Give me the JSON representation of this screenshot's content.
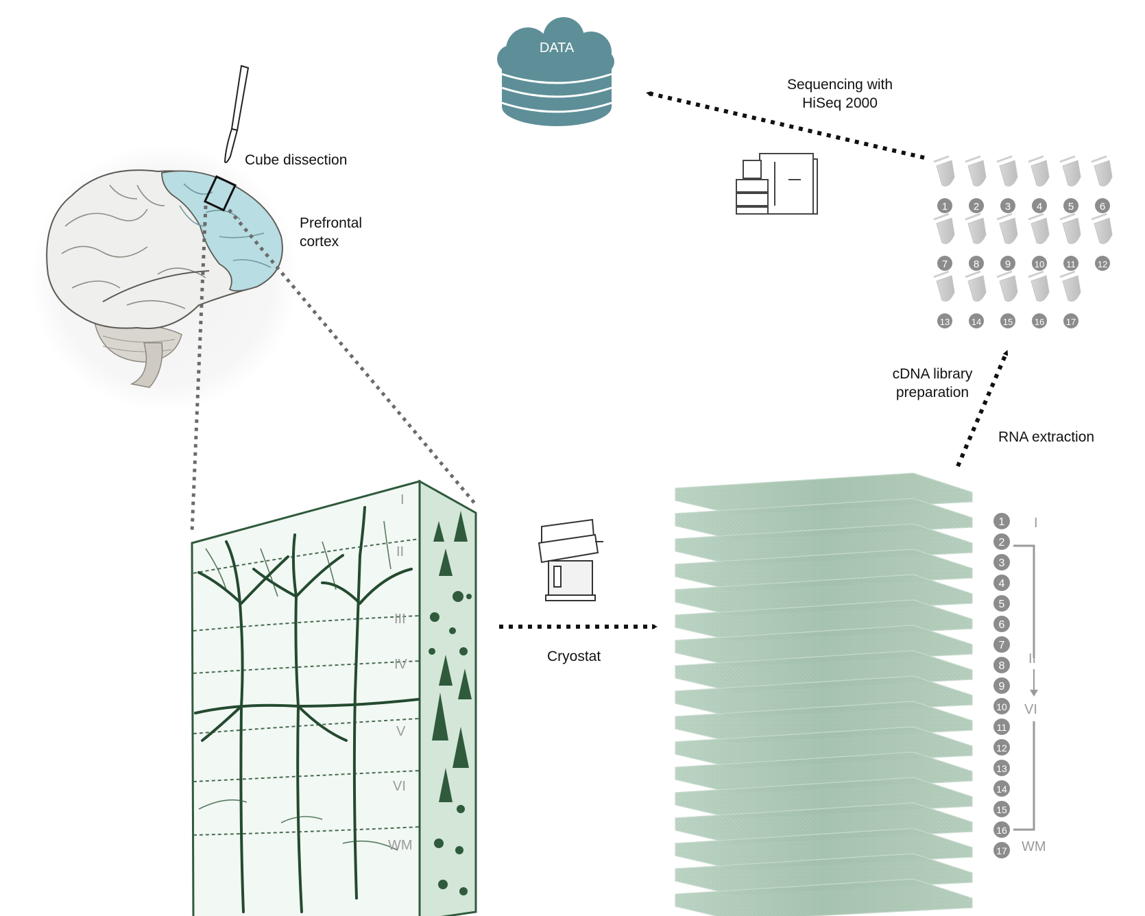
{
  "labels": {
    "data_cloud": "DATA",
    "sequencing_line1": "Sequencing with",
    "sequencing_line2": "HiSeq 2000",
    "cube_dissection": "Cube dissection",
    "prefrontal_line1": "Prefrontal",
    "prefrontal_line2": "cortex",
    "cdna_line1": "cDNA library",
    "cdna_line2": "preparation",
    "rna_extraction": "RNA extraction",
    "cryostat": "Cryostat"
  },
  "block_layers": [
    "I",
    "II",
    "III",
    "IV",
    "V",
    "VI",
    "WM"
  ],
  "tube_numbers": [
    "1",
    "2",
    "3",
    "4",
    "5",
    "6",
    "7",
    "8",
    "9",
    "10",
    "11",
    "12",
    "13",
    "14",
    "15",
    "16",
    "17"
  ],
  "section_numbers": [
    "1",
    "2",
    "3",
    "4",
    "5",
    "6",
    "7",
    "8",
    "9",
    "10",
    "11",
    "12",
    "13",
    "14",
    "15",
    "16",
    "17"
  ],
  "section_layers": {
    "top": "I",
    "middle_a": "II",
    "middle_b": "VI",
    "bottom": "WM"
  },
  "colors": {
    "data_cloud": "#5e8f98",
    "prefrontal_highlight": "#b8dde2",
    "tissue_green": "#2f5a3c",
    "slice_green": "#a9c7b3",
    "badge_grey": "#8c8c8c",
    "layer_grey": "#9a9a9a"
  }
}
